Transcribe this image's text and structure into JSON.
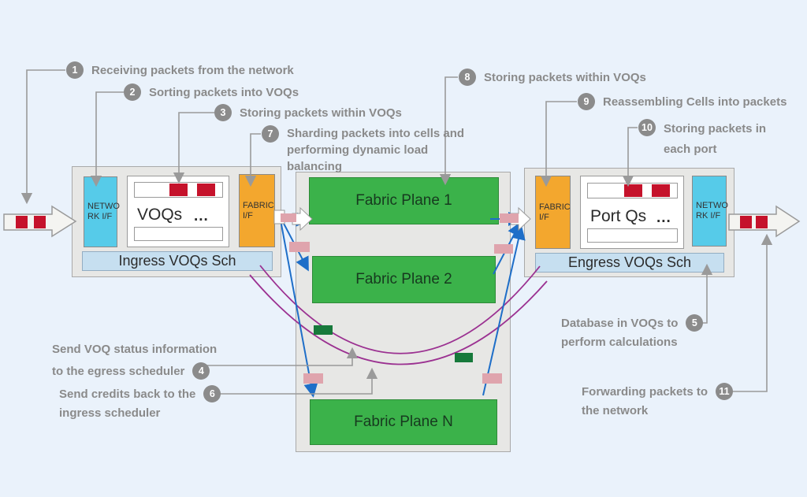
{
  "colors": {
    "bg": "#eaf2fb",
    "block-fill": "#e7e7e5",
    "block-border": "#a9a9a9",
    "cyan": "#56cbe9",
    "orange": "#f3a72e",
    "green": "#3bb24a",
    "bar-blue": "#c6dff0",
    "red": "#c5122b",
    "pink": "#dfa4ad",
    "dark-green": "#17793b",
    "purple": "#9b3191",
    "blue": "#1e6ec8",
    "gray-line": "#9a9a9a",
    "circle": "#8b8b8b",
    "label-text": "#8a8a8a"
  },
  "callouts": {
    "c1": {
      "num": "1",
      "lines": [
        "Receiving packets from the network"
      ]
    },
    "c2": {
      "num": "2",
      "lines": [
        "Sorting packets into VOQs"
      ]
    },
    "c3": {
      "num": "3",
      "lines": [
        "Storing packets within VOQs"
      ]
    },
    "c7": {
      "num": "7",
      "lines": [
        "Sharding packets into cells and",
        "performing dynamic load",
        "balancing"
      ]
    },
    "c8": {
      "num": "8",
      "lines": [
        "Storing packets within VOQs"
      ]
    },
    "c9": {
      "num": "9",
      "lines": [
        "Reassembling Cells into packets"
      ]
    },
    "c10": {
      "num": "10",
      "lines": [
        "Storing packets in",
        "each port"
      ]
    },
    "c4": {
      "num": "4",
      "lines": [
        "Send VOQ status information",
        "to the egress scheduler"
      ]
    },
    "c6": {
      "num": "6",
      "lines": [
        "Send credits back to the",
        "ingress scheduler"
      ]
    },
    "c5": {
      "num": "5",
      "lines": [
        "Database in VOQs to",
        "perform calculations"
      ]
    },
    "c11": {
      "num": "11",
      "lines": [
        "Forwarding packets to",
        "the network"
      ]
    }
  },
  "ingress": {
    "network_if": {
      "line1": "NETWO",
      "line2": "RK I/F"
    },
    "voq_label": "VOQs",
    "dots": "...",
    "fabric_if": {
      "line1": "FABRIC",
      "line2": "I/F"
    },
    "scheduler": "Ingress VOQs Sch"
  },
  "egress": {
    "fabric_if": {
      "line1": "FABRIC",
      "line2": "I/F"
    },
    "portq_label": "Port Qs",
    "dots": "...",
    "network_if": {
      "line1": "NETWO",
      "line2": "RK I/F"
    },
    "scheduler": "Engress VOQs Sch"
  },
  "fabric": {
    "planes": [
      "Fabric Plane 1",
      "Fabric Plane 2",
      "Fabric Plane N"
    ]
  }
}
